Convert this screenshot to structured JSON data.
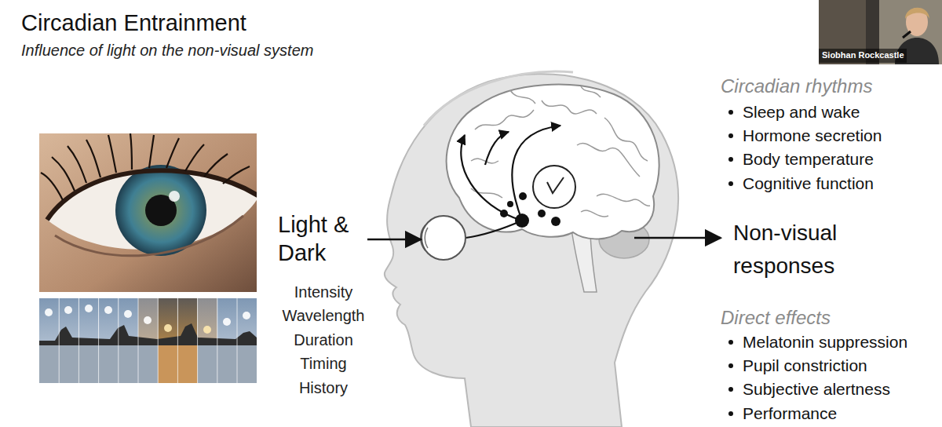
{
  "diagram": {
    "title": "Circadian Entrainment",
    "labels": [
      "Influence of light on the non-visual system",
      "Siobhan Rockcastle",
      "Light & Dark",
      "Intensity",
      "Wavelength",
      "Duration",
      "Timing",
      "History",
      "Non-visual responses",
      "Circadian rhythms",
      "Sleep and wake",
      "Hormone secretion",
      "Body temperature",
      "Cognitive function",
      "Direct effects",
      "Melatonin suppression",
      "Pupil constriction",
      "Subjective alertness",
      "Performance"
    ]
  }
}
